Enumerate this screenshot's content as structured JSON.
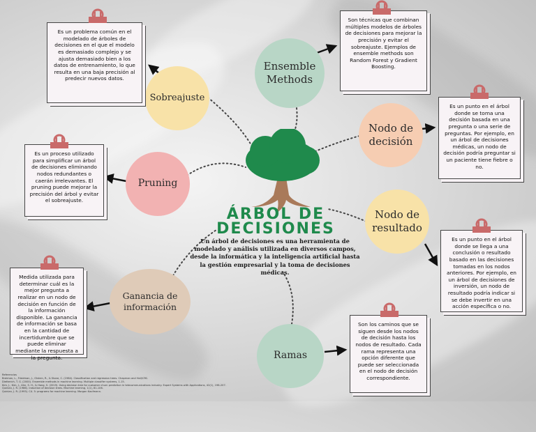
{
  "title": {
    "line1": "ÁRBOL DE",
    "line2": "DECISIONES"
  },
  "description": "Un árbol de decisiones es una herramienta de modelado y análisis utilizada en diversos campos, desde la informática y la inteligencia artificial hasta la gestión empresarial y la toma de decisiones médicas.",
  "nodes": {
    "sobreajuste": {
      "label": "Sobreajuste",
      "color": "#f8e2a8",
      "text": "Es un problema común en el modelado de árboles de decisiones en el que el modelo es demasiado complejo y se ajusta demasiado bien a los datos de entrenamiento, lo que resulta en una baja precisión al predecir nuevos datos."
    },
    "ensemble": {
      "label1": "Ensemble",
      "label2": "Methods",
      "color": "#b8d6c6",
      "text": "Son técnicas que combinan múltiples modelos de árboles de decisiones para mejorar la precisión y evitar el sobreajuste. Ejemplos de ensemble methods son Random Forest y Gradient Boosting."
    },
    "pruning": {
      "label": "Pruning",
      "color": "#f2b2b2",
      "text": "Es un proceso utilizado para simplificar un árbol de decisiones eliminando nodos redundantes o caerán irrelevantes. El pruning puede mejorar la precisión del árbol y evitar el sobreajuste."
    },
    "decision": {
      "label1": "Nodo de",
      "label2": "decisión",
      "color": "#f6cdb2",
      "text": "Es un punto en el árbol donde se toma una decisión basada en una pregunta o una serie de preguntas. Por ejemplo, en un árbol de decisiones médicas, un nodo de decisión podría preguntar si un paciente tiene fiebre o no."
    },
    "resultado": {
      "label1": "Nodo de",
      "label2": "resultado",
      "color": "#f8e2a8",
      "text": "Es un punto en el árbol donde se llega a una conclusión o resultado basado en las decisiones tomadas en los nodos anteriores. Por ejemplo, en un árbol de decisiones de inversión, un nodo de resultado podría indicar si se debe invertir en una acción específica o no."
    },
    "ganancia": {
      "label1": "Ganancia de",
      "label2": "información",
      "color": "#dfcbb8",
      "text": "Medida utilizada para determinar cuál es la mejor pregunta a realizar en un nodo de decisión en función de la información disponible. La ganancia de información se basa en la cantidad de incertidumbre que se puede eliminar mediante la respuesta a la pregunta."
    },
    "ramas": {
      "label": "Ramas",
      "color": "#b8d6c6",
      "text": "Son los caminos que se siguen desde los nodos de decisión hasta los nodos de resultado. Cada rama representa una opción diferente que puede ser seleccionada en el nodo de decisión correspondiente."
    }
  },
  "references": {
    "heading": "Referencias",
    "items": [
      "Breiman, L., Friedman, J., Olshen, R., & Stone, C. (1984). Classification and regression trees. Chapman and Hall/CRC.",
      "Dietterich, T. G. (2000). Ensemble methods in machine learning. Multiple classifier systems, 1-15.",
      "Kim, J., Kim, J., Ahn, S. H., & Hong, S. (2019). Using decision tree for customer churn prediction in telecommunications industry. Expert Systems with Applications, 42(1), 198-207.",
      "Quinlan, J. R. (1986). Induction of decision trees. Machine learning, 1(1), 81-106.",
      "Quinlan, J. R. (1993). C4. 5: programs for machine learning. Morgan Kaufmann."
    ]
  },
  "colors": {
    "tree_green": "#1f8a4c",
    "trunk": "#a97a5a",
    "clip": "#c96a6a",
    "card": "#f8f3f6"
  }
}
